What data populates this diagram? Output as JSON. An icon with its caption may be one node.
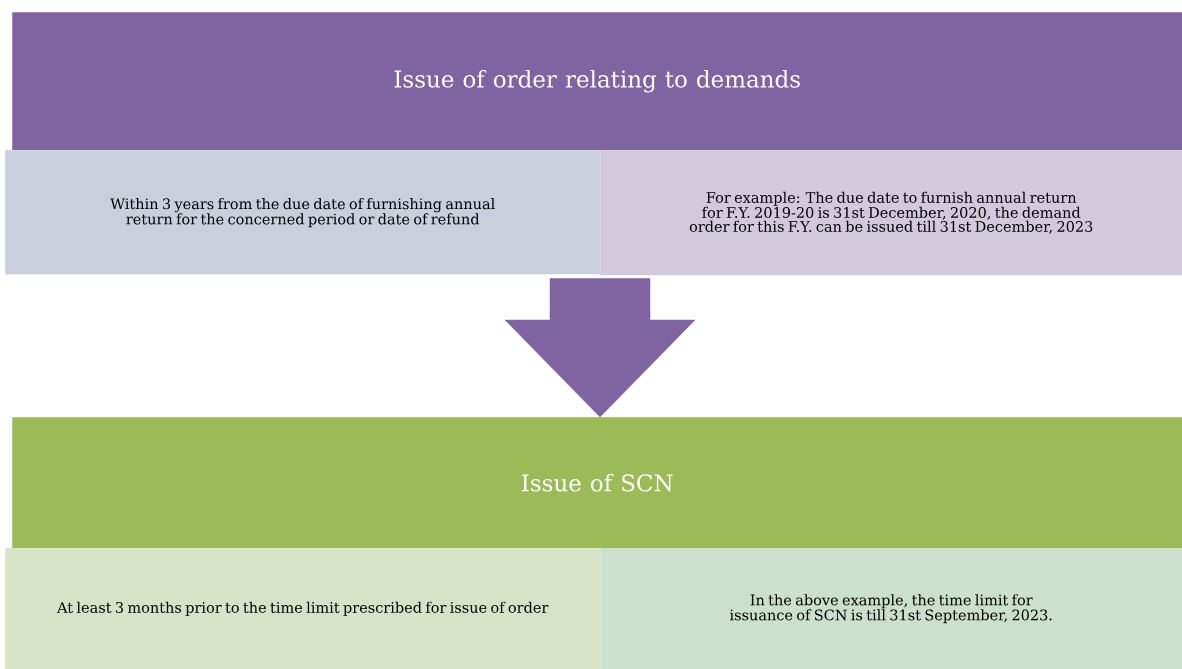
{
  "diagram": {
    "nodes": [
      {
        "text": [
          "Issue of order relating to demands"
        ]
      },
      {
        "text": [
          "Within 3 years from the due date of furnishing annual return for the concerned period or date of refund"
        ]
      },
      {
        "text": [
          "For example: The due date to furnish annual return for F.Y. 2019-20 is 31st December, 2020, the demand order for this F.Y. can be issued till 31st December, 2023"
        ]
      },
      {
        "text": [
          "Issue of SCN"
        ]
      },
      {
        "text": [
          "At least 3 months prior to the time limit prescribed for issue of order"
        ]
      },
      {
        "text": [
          "In the above example, the time limit for issuance of SCN is till 31st September, 2023."
        ]
      }
    ],
    "edges": [
      {
        "from": 2,
        "to": 3,
        "arrow": "to",
        "color": "#8064a2"
      }
    ]
  }
}
